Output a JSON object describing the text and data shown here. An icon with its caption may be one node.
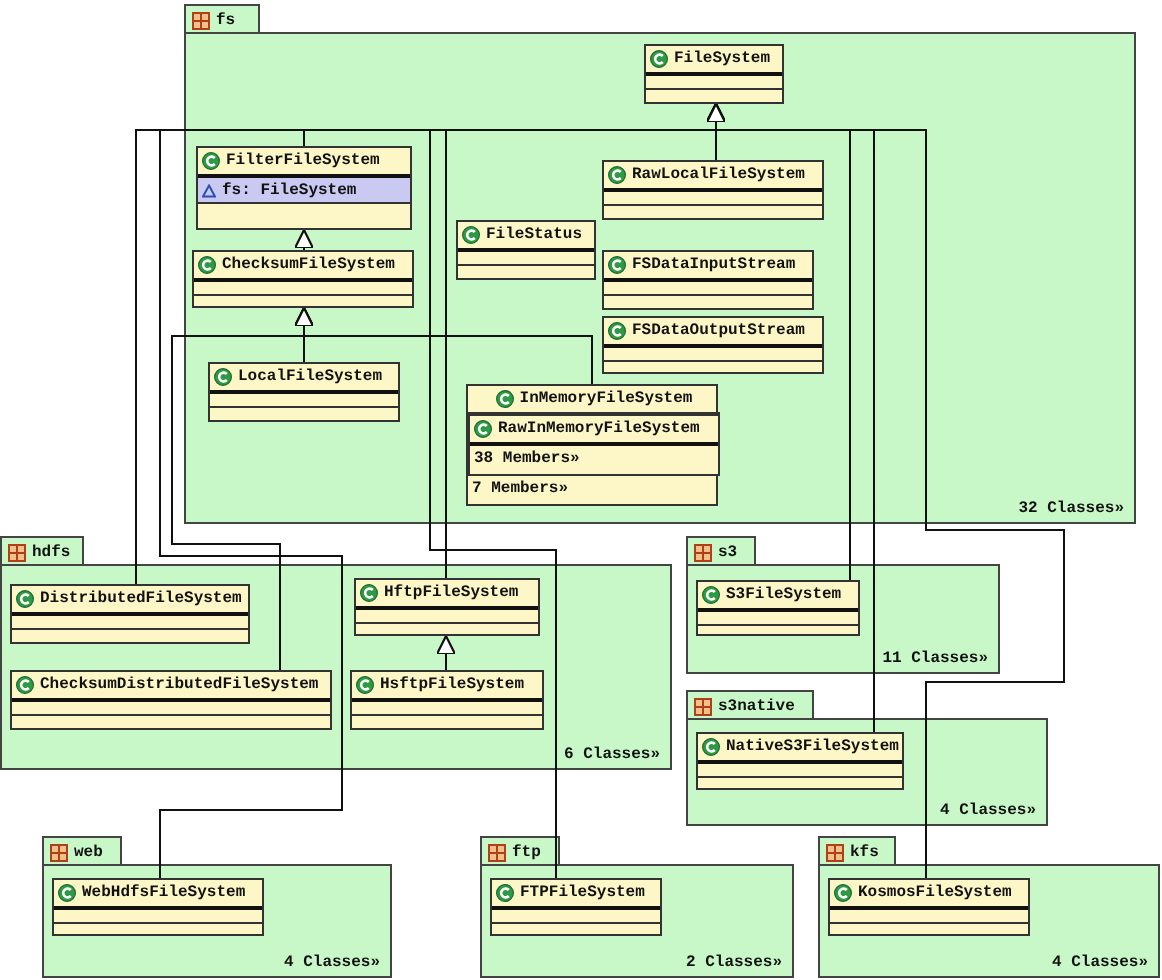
{
  "diagram": {
    "nodes": [
      {
        "text": [
          "fs",
          "32 Classes»"
        ]
      },
      {
        "text": [
          "FileSystem"
        ],
        "in": 0
      },
      {
        "text": [
          "FilterFileSystem",
          "fs: FileSystem"
        ],
        "in": 0
      },
      {
        "text": [
          "RawLocalFileSystem"
        ],
        "in": 0
      },
      {
        "text": [
          "FileStatus"
        ],
        "in": 0
      },
      {
        "text": [
          "ChecksumFileSystem"
        ],
        "in": 0
      },
      {
        "text": [
          "FSDataInputStream"
        ],
        "in": 0
      },
      {
        "text": [
          "FSDataOutputStream"
        ],
        "in": 0
      },
      {
        "text": [
          "LocalFileSystem"
        ],
        "in": 0
      },
      {
        "text": [
          "InMemoryFileSystem",
          "7 Members»"
        ],
        "in": 0
      },
      {
        "text": [
          "RawInMemoryFileSystem",
          "38 Members»"
        ],
        "in": 9
      },
      {
        "text": [
          "hdfs",
          "6 Classes»"
        ]
      },
      {
        "text": [
          "DistributedFileSystem"
        ],
        "in": 11
      },
      {
        "text": [
          "HftpFileSystem"
        ],
        "in": 11
      },
      {
        "text": [
          "ChecksumDistributedFileSystem"
        ],
        "in": 11
      },
      {
        "text": [
          "HsftpFileSystem"
        ],
        "in": 11
      },
      {
        "text": [
          "s3",
          "11 Classes»"
        ]
      },
      {
        "text": [
          "S3FileSystem"
        ],
        "in": 16
      },
      {
        "text": [
          "s3native",
          "4 Classes»"
        ]
      },
      {
        "text": [
          "NativeS3FileSystem"
        ],
        "in": 18
      },
      {
        "text": [
          "web",
          "4 Classes»"
        ]
      },
      {
        "text": [
          "WebHdfsFileSystem"
        ],
        "in": 20
      },
      {
        "text": [
          "ftp",
          "2 Classes»"
        ]
      },
      {
        "text": [
          "FTPFileSystem"
        ],
        "in": 22
      },
      {
        "text": [
          "kfs",
          "4 Classes»"
        ]
      },
      {
        "text": [
          "KosmosFileSystem"
        ],
        "in": 24
      }
    ],
    "edges": [
      {
        "from": 2,
        "to": 1,
        "arrow": "to"
      },
      {
        "from": 3,
        "to": 1,
        "arrow": "to"
      },
      {
        "from": 12,
        "to": 1,
        "arrow": "to"
      },
      {
        "from": 21,
        "to": 1,
        "arrow": "to"
      },
      {
        "from": 13,
        "to": 1,
        "arrow": "to"
      },
      {
        "from": 23,
        "to": 1,
        "arrow": "to"
      },
      {
        "from": 17,
        "to": 1,
        "arrow": "to"
      },
      {
        "from": 19,
        "to": 1,
        "arrow": "to"
      },
      {
        "from": 25,
        "to": 1,
        "arrow": "to"
      },
      {
        "from": 5,
        "to": 2,
        "arrow": "to"
      },
      {
        "from": 8,
        "to": 5,
        "arrow": "to"
      },
      {
        "from": 9,
        "to": 5,
        "arrow": "to"
      },
      {
        "from": 14,
        "to": 5,
        "arrow": "to"
      },
      {
        "from": 15,
        "to": 13,
        "arrow": "to"
      }
    ]
  }
}
